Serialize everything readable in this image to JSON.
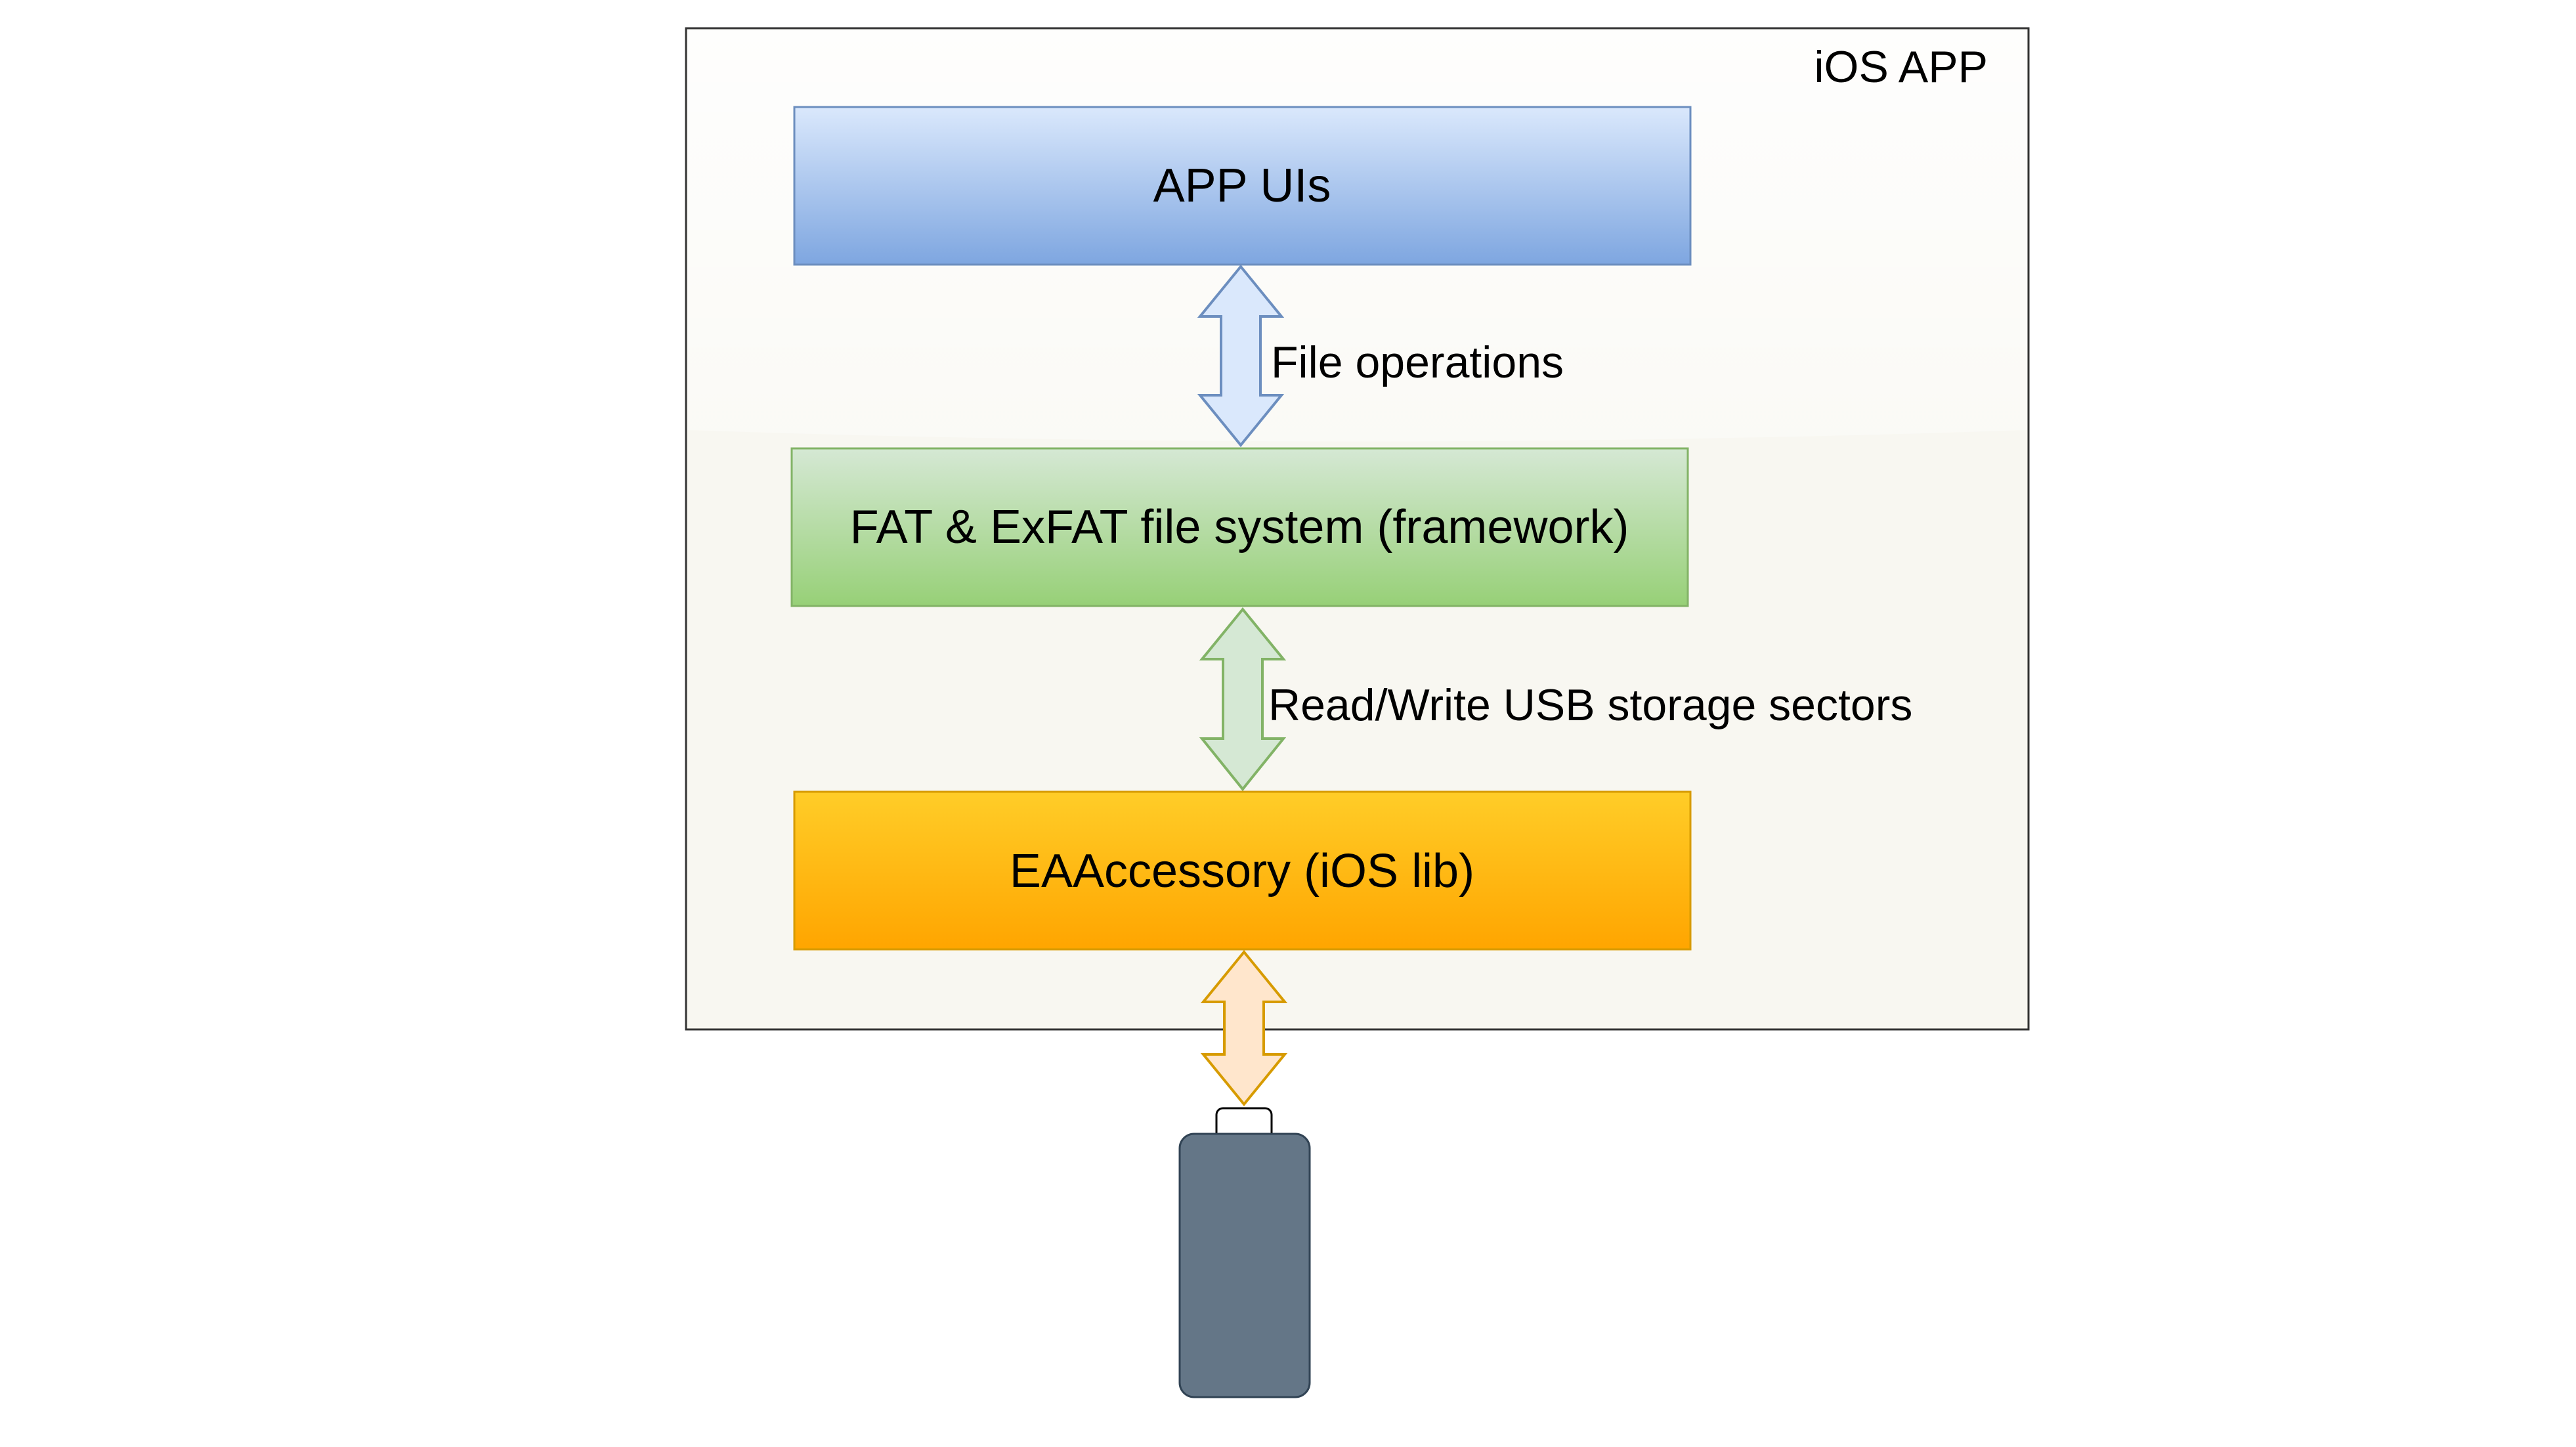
{
  "diagram": {
    "container": {
      "label": "iOS APP",
      "fill": "#f8f7f1",
      "stroke": "#333333"
    },
    "layers": [
      {
        "label": "APP UIs",
        "fill_top": "#dae8fc",
        "fill_bottom": "#7ea6e0",
        "stroke": "#6c8ebf"
      },
      {
        "label": "FAT & ExFAT file system (framework)",
        "fill_top": "#d5e8d4",
        "fill_bottom": "#97d077",
        "stroke": "#82b366"
      },
      {
        "label": "EAAccessory (iOS lib)",
        "fill_top": "#ffcd28",
        "fill_bottom": "#ffa500",
        "stroke": "#d79b00"
      }
    ],
    "connectors": [
      {
        "label": "File operations",
        "fill": "#dae8fc",
        "stroke": "#6c8ebf"
      },
      {
        "label": "Read/Write USB storage sectors",
        "fill": "#d5e8d4",
        "stroke": "#82b366"
      },
      {
        "label": "",
        "fill": "#ffe6cc",
        "stroke": "#d79b00"
      }
    ],
    "device": {
      "icon": "usb-drive-icon",
      "body_fill": "#647687",
      "body_stroke": "#314354",
      "cap_fill": "#ffffff",
      "cap_stroke": "#000000"
    }
  }
}
